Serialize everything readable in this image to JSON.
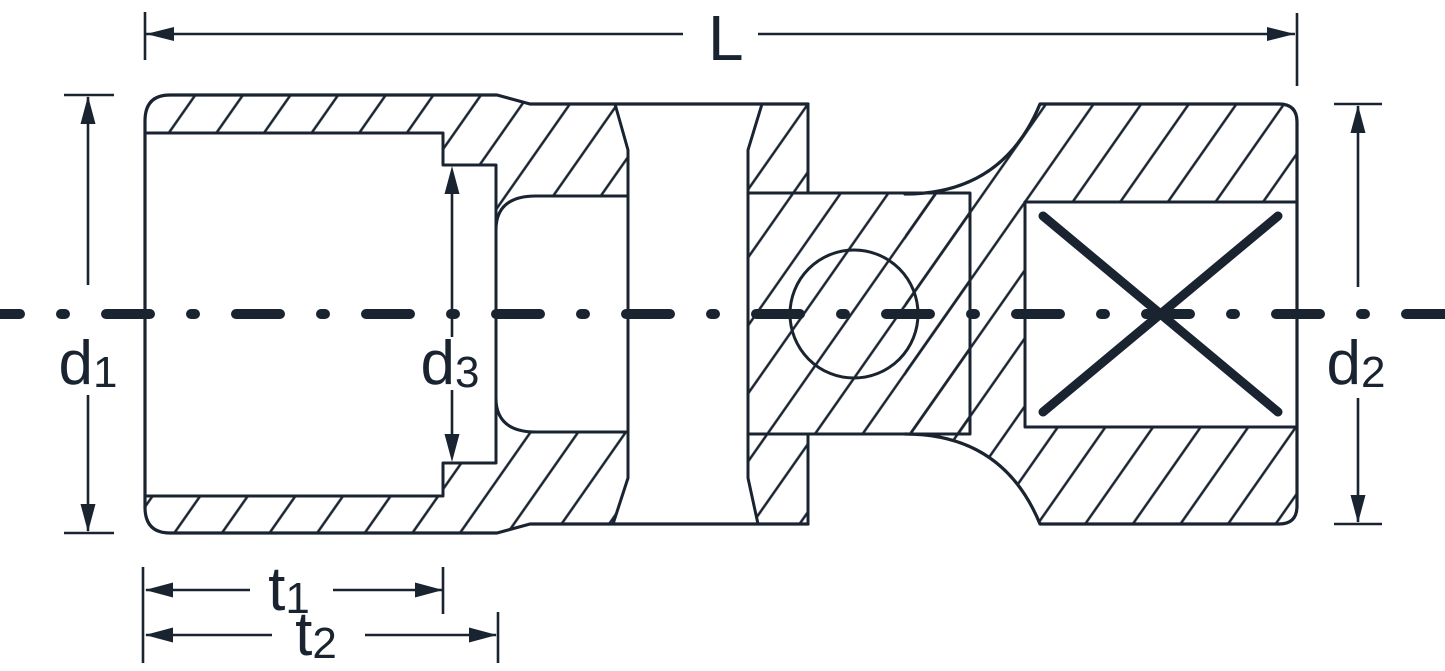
{
  "labels": {
    "L": {
      "text": "L"
    },
    "d1": {
      "base": "d",
      "sub": "1"
    },
    "d2": {
      "base": "d",
      "sub": "2"
    },
    "d3": {
      "base": "d",
      "sub": "3"
    },
    "t1": {
      "base": "t",
      "sub": "1"
    },
    "t2": {
      "base": "t",
      "sub": "2"
    }
  },
  "colors": {
    "ink": "#1a2430",
    "background": "#ffffff"
  }
}
